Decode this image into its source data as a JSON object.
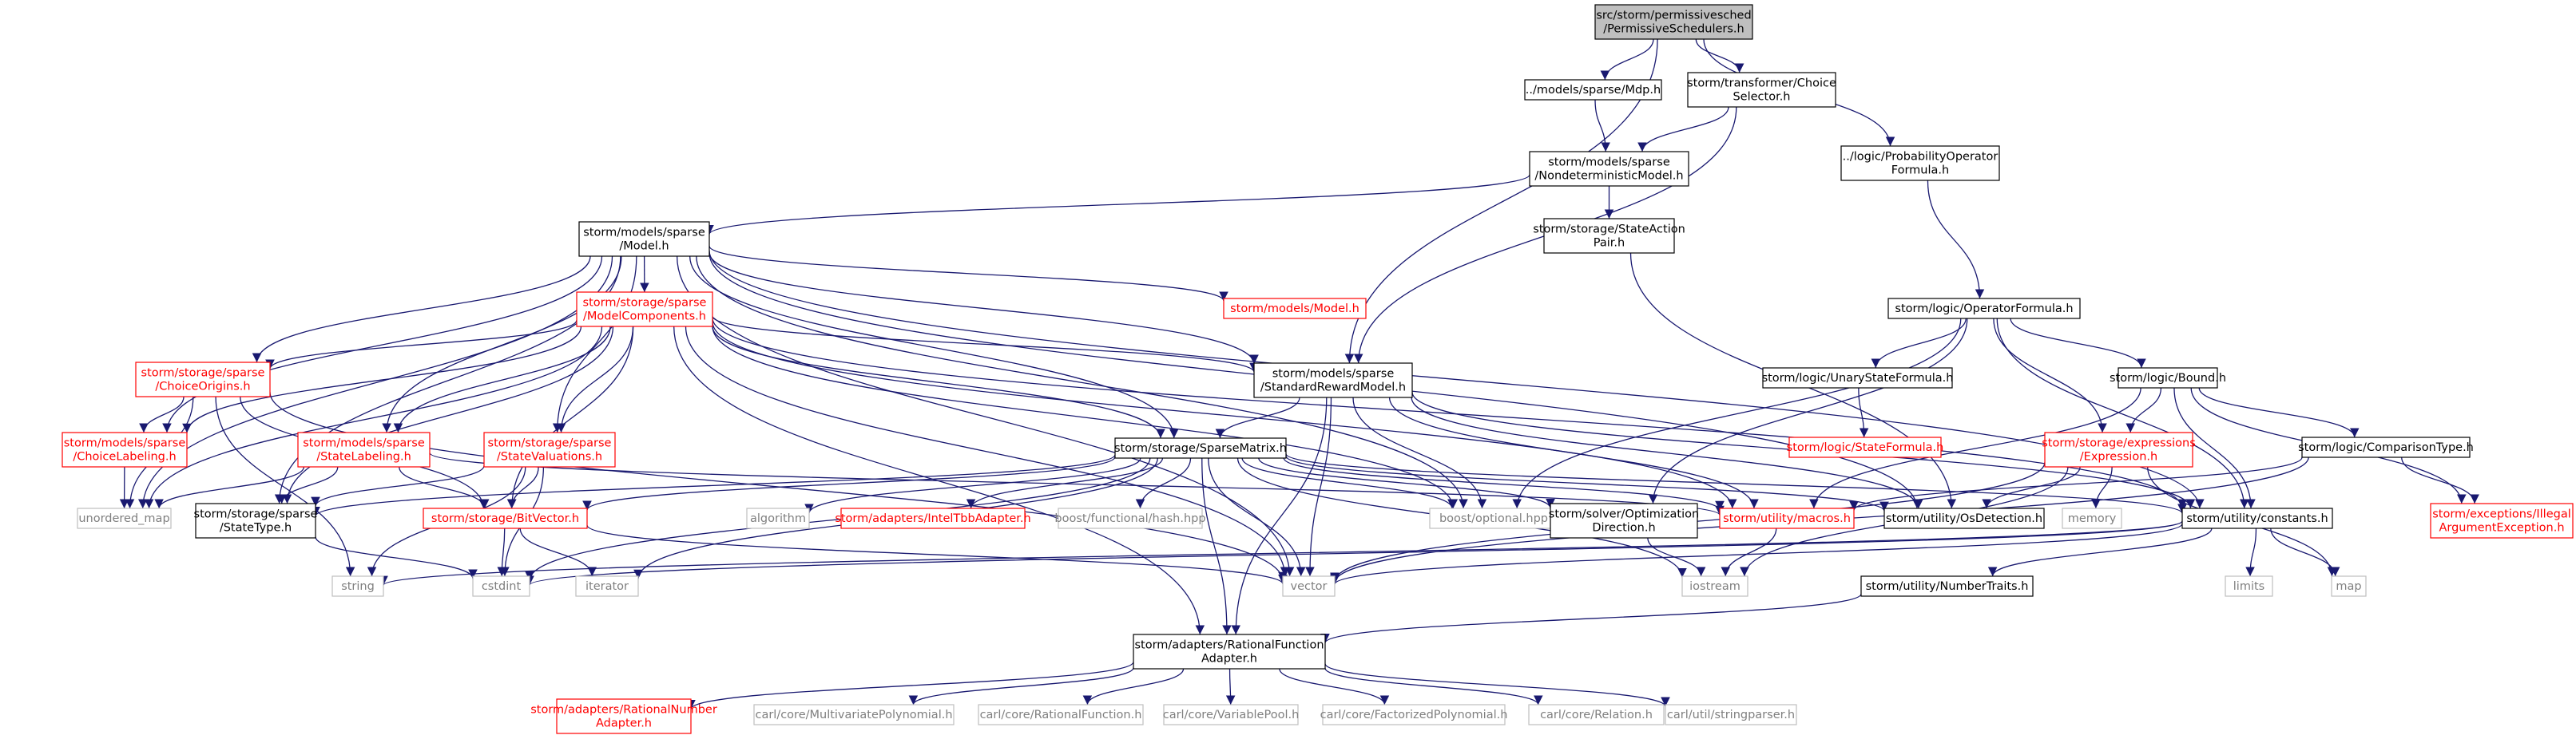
{
  "diagram": {
    "colors": {
      "edge": "#191970",
      "root_fill": "#bfbfbf",
      "normal_border": "#000000",
      "red_border": "#ff0000",
      "red_text": "#ff0000",
      "gray_border": "#bfbfbf",
      "gray_text": "#7f7f7f",
      "text": "#000000"
    },
    "nodes": [
      {
        "id": "root",
        "style": "root",
        "lines": [
          "src/storm/permissivesched",
          "/PermissiveSchedulers.h"
        ]
      },
      {
        "id": "mdp",
        "style": "normal",
        "lines": [
          "../models/sparse/Mdp.h"
        ]
      },
      {
        "id": "choicesel",
        "style": "normal",
        "lines": [
          "storm/transformer/Choice",
          "Selector.h"
        ]
      },
      {
        "id": "probop",
        "style": "normal",
        "lines": [
          "../logic/ProbabilityOperator",
          "Formula.h"
        ]
      },
      {
        "id": "ndm",
        "style": "normal",
        "lines": [
          "storm/models/sparse",
          "/NondeterministicModel.h"
        ]
      },
      {
        "id": "model",
        "style": "normal",
        "lines": [
          "storm/models/sparse",
          "/Model.h"
        ]
      },
      {
        "id": "sap",
        "style": "normal",
        "lines": [
          "storm/storage/StateAction",
          "Pair.h"
        ]
      },
      {
        "id": "modelcomp",
        "style": "red",
        "lines": [
          "storm/storage/sparse",
          "/ModelComponents.h"
        ]
      },
      {
        "id": "modelsmodel",
        "style": "red",
        "lines": [
          "storm/models/Model.h"
        ]
      },
      {
        "id": "opform",
        "style": "normal",
        "lines": [
          "storm/logic/OperatorFormula.h"
        ]
      },
      {
        "id": "srm",
        "style": "normal",
        "lines": [
          "storm/models/sparse",
          "/StandardRewardModel.h"
        ]
      },
      {
        "id": "unary",
        "style": "normal",
        "lines": [
          "storm/logic/UnaryStateFormula.h"
        ]
      },
      {
        "id": "bound",
        "style": "normal",
        "lines": [
          "storm/logic/Bound.h"
        ]
      },
      {
        "id": "choiceorig",
        "style": "red",
        "lines": [
          "storm/storage/sparse",
          "/ChoiceOrigins.h"
        ]
      },
      {
        "id": "stateform",
        "style": "red",
        "lines": [
          "storm/logic/StateFormula.h"
        ]
      },
      {
        "id": "expr",
        "style": "red",
        "lines": [
          "storm/storage/expressions",
          "/Expression.h"
        ]
      },
      {
        "id": "comparison",
        "style": "normal",
        "lines": [
          "storm/logic/ComparisonType.h"
        ]
      },
      {
        "id": "statelab",
        "style": "red",
        "lines": [
          "storm/models/sparse",
          "/StateLabeling.h"
        ]
      },
      {
        "id": "stateval",
        "style": "red",
        "lines": [
          "storm/storage/sparse",
          "/StateValuations.h"
        ]
      },
      {
        "id": "choicelab",
        "style": "red",
        "lines": [
          "storm/models/sparse",
          "/ChoiceLabeling.h"
        ]
      },
      {
        "id": "sparsematrix",
        "style": "normal",
        "lines": [
          "storm/storage/SparseMatrix.h"
        ]
      },
      {
        "id": "illegalarg",
        "style": "red",
        "lines": [
          "storm/exceptions/Illegal",
          "ArgumentException.h"
        ]
      },
      {
        "id": "unordered",
        "style": "gray",
        "lines": [
          "unordered_map"
        ]
      },
      {
        "id": "statetype",
        "style": "normal",
        "lines": [
          "storm/storage/sparse",
          "/StateType.h"
        ]
      },
      {
        "id": "bitvector",
        "style": "red",
        "lines": [
          "storm/storage/BitVector.h"
        ]
      },
      {
        "id": "algorithm",
        "style": "gray",
        "lines": [
          "algorithm"
        ]
      },
      {
        "id": "inteltbb",
        "style": "red",
        "lines": [
          "storm/adapters/IntelTbbAdapter.h"
        ]
      },
      {
        "id": "hash",
        "style": "gray",
        "lines": [
          "boost/functional/hash.hpp"
        ]
      },
      {
        "id": "optional",
        "style": "gray",
        "lines": [
          "boost/optional.hpp"
        ]
      },
      {
        "id": "optdir",
        "style": "normal",
        "lines": [
          "storm/solver/Optimization",
          "Direction.h"
        ]
      },
      {
        "id": "macros",
        "style": "red",
        "lines": [
          "storm/utility/macros.h"
        ]
      },
      {
        "id": "osdet",
        "style": "normal",
        "lines": [
          "storm/utility/OsDetection.h"
        ]
      },
      {
        "id": "memory",
        "style": "gray",
        "lines": [
          "memory"
        ]
      },
      {
        "id": "constants",
        "style": "normal",
        "lines": [
          "storm/utility/constants.h"
        ]
      },
      {
        "id": "string",
        "style": "gray",
        "lines": [
          "string"
        ]
      },
      {
        "id": "cstdint",
        "style": "gray",
        "lines": [
          "cstdint"
        ]
      },
      {
        "id": "iterator",
        "style": "gray",
        "lines": [
          "iterator"
        ]
      },
      {
        "id": "vector",
        "style": "gray",
        "lines": [
          "vector"
        ]
      },
      {
        "id": "iostream",
        "style": "gray",
        "lines": [
          "iostream"
        ]
      },
      {
        "id": "numtraits",
        "style": "normal",
        "lines": [
          "storm/utility/NumberTraits.h"
        ]
      },
      {
        "id": "limits",
        "style": "gray",
        "lines": [
          "limits"
        ]
      },
      {
        "id": "map",
        "style": "gray",
        "lines": [
          "map"
        ]
      },
      {
        "id": "rfa",
        "style": "normal",
        "lines": [
          "storm/adapters/RationalFunction",
          "Adapter.h"
        ]
      },
      {
        "id": "rna",
        "style": "red",
        "lines": [
          "storm/adapters/RationalNumber",
          "Adapter.h"
        ]
      },
      {
        "id": "mvp",
        "style": "gray",
        "lines": [
          "carl/core/MultivariatePolynomial.h"
        ]
      },
      {
        "id": "rf",
        "style": "gray",
        "lines": [
          "carl/core/RationalFunction.h"
        ]
      },
      {
        "id": "vp",
        "style": "gray",
        "lines": [
          "carl/core/VariablePool.h"
        ]
      },
      {
        "id": "fp",
        "style": "gray",
        "lines": [
          "carl/core/FactorizedPolynomial.h"
        ]
      },
      {
        "id": "rel",
        "style": "gray",
        "lines": [
          "carl/core/Relation.h"
        ]
      },
      {
        "id": "sp",
        "style": "gray",
        "lines": [
          "carl/util/stringparser.h"
        ]
      }
    ],
    "edges": [
      [
        "root",
        "mdp"
      ],
      [
        "root",
        "choicesel"
      ],
      [
        "root",
        "probop"
      ],
      [
        "root",
        "srm"
      ],
      [
        "mdp",
        "ndm"
      ],
      [
        "choicesel",
        "ndm"
      ],
      [
        "choicesel",
        "srm"
      ],
      [
        "probop",
        "opform"
      ],
      [
        "ndm",
        "model"
      ],
      [
        "ndm",
        "sap"
      ],
      [
        "sap",
        "osdet"
      ],
      [
        "model",
        "modelcomp"
      ],
      [
        "model",
        "modelsmodel"
      ],
      [
        "model",
        "srm"
      ],
      [
        "model",
        "choiceorig"
      ],
      [
        "model",
        "statelab"
      ],
      [
        "model",
        "stateval"
      ],
      [
        "model",
        "choicelab"
      ],
      [
        "model",
        "sparsematrix"
      ],
      [
        "model",
        "unordered"
      ],
      [
        "model",
        "statetype"
      ],
      [
        "model",
        "optional"
      ],
      [
        "model",
        "osdet"
      ],
      [
        "model",
        "vector"
      ],
      [
        "model",
        "constants"
      ],
      [
        "modelcomp",
        "srm"
      ],
      [
        "modelcomp",
        "choiceorig"
      ],
      [
        "modelcomp",
        "statelab"
      ],
      [
        "modelcomp",
        "stateval"
      ],
      [
        "modelcomp",
        "choicelab"
      ],
      [
        "modelcomp",
        "sparsematrix"
      ],
      [
        "modelcomp",
        "unordered"
      ],
      [
        "modelcomp",
        "statetype"
      ],
      [
        "modelcomp",
        "bitvector"
      ],
      [
        "modelcomp",
        "optional"
      ],
      [
        "modelcomp",
        "macros"
      ],
      [
        "modelcomp",
        "constants"
      ],
      [
        "modelcomp",
        "vector"
      ],
      [
        "modelcomp",
        "rfa"
      ],
      [
        "opform",
        "unary"
      ],
      [
        "opform",
        "bound"
      ],
      [
        "opform",
        "expr"
      ],
      [
        "opform",
        "optional"
      ],
      [
        "opform",
        "optdir"
      ],
      [
        "opform",
        "constants"
      ],
      [
        "unary",
        "stateform"
      ],
      [
        "bound",
        "expr"
      ],
      [
        "bound",
        "comparison"
      ],
      [
        "bound",
        "illegalarg"
      ],
      [
        "bound",
        "constants"
      ],
      [
        "bound",
        "macros"
      ],
      [
        "comparison",
        "illegalarg"
      ],
      [
        "comparison",
        "macros"
      ],
      [
        "comparison",
        "vector"
      ],
      [
        "srm",
        "sparsematrix"
      ],
      [
        "srm",
        "optional"
      ],
      [
        "srm",
        "vector"
      ],
      [
        "srm",
        "macros"
      ],
      [
        "srm",
        "constants"
      ],
      [
        "srm",
        "rfa"
      ],
      [
        "srm",
        "osdet"
      ],
      [
        "choiceorig",
        "choicelab"
      ],
      [
        "choiceorig",
        "bitvector"
      ],
      [
        "choiceorig",
        "string"
      ],
      [
        "choiceorig",
        "vector"
      ],
      [
        "choiceorig",
        "unordered"
      ],
      [
        "statelab",
        "statetype"
      ],
      [
        "statelab",
        "bitvector"
      ],
      [
        "statelab",
        "unordered"
      ],
      [
        "statelab",
        "macros"
      ],
      [
        "stateval",
        "statetype"
      ],
      [
        "stateval",
        "bitvector"
      ],
      [
        "stateval",
        "string"
      ],
      [
        "stateval",
        "cstdint"
      ],
      [
        "choicelab",
        "unordered"
      ],
      [
        "sparsematrix",
        "statetype"
      ],
      [
        "sparsematrix",
        "bitvector"
      ],
      [
        "sparsematrix",
        "algorithm"
      ],
      [
        "sparsematrix",
        "inteltbb"
      ],
      [
        "sparsematrix",
        "hash"
      ],
      [
        "sparsematrix",
        "optional"
      ],
      [
        "sparsematrix",
        "optdir"
      ],
      [
        "sparsematrix",
        "macros"
      ],
      [
        "sparsematrix",
        "osdet"
      ],
      [
        "sparsematrix",
        "constants"
      ],
      [
        "sparsematrix",
        "cstdint"
      ],
      [
        "sparsematrix",
        "iterator"
      ],
      [
        "sparsematrix",
        "vector"
      ],
      [
        "sparsematrix",
        "iostream"
      ],
      [
        "sparsematrix",
        "rfa"
      ],
      [
        "expr",
        "memory"
      ],
      [
        "expr",
        "map"
      ],
      [
        "expr",
        "osdet"
      ],
      [
        "expr",
        "iostream"
      ],
      [
        "expr",
        "vector"
      ],
      [
        "statetype",
        "cstdint"
      ],
      [
        "bitvector",
        "cstdint"
      ],
      [
        "bitvector",
        "iterator"
      ],
      [
        "bitvector",
        "vector"
      ],
      [
        "optdir",
        "iostream"
      ],
      [
        "macros",
        "iostream"
      ],
      [
        "constants",
        "limits"
      ],
      [
        "constants",
        "map"
      ],
      [
        "constants",
        "vector"
      ],
      [
        "constants",
        "cstdint"
      ],
      [
        "constants",
        "string"
      ],
      [
        "constants",
        "numtraits"
      ],
      [
        "numtraits",
        "rfa"
      ],
      [
        "rfa",
        "rna"
      ],
      [
        "rfa",
        "mvp"
      ],
      [
        "rfa",
        "rf"
      ],
      [
        "rfa",
        "vp"
      ],
      [
        "rfa",
        "fp"
      ],
      [
        "rfa",
        "rel"
      ],
      [
        "rfa",
        "sp"
      ]
    ]
  }
}
